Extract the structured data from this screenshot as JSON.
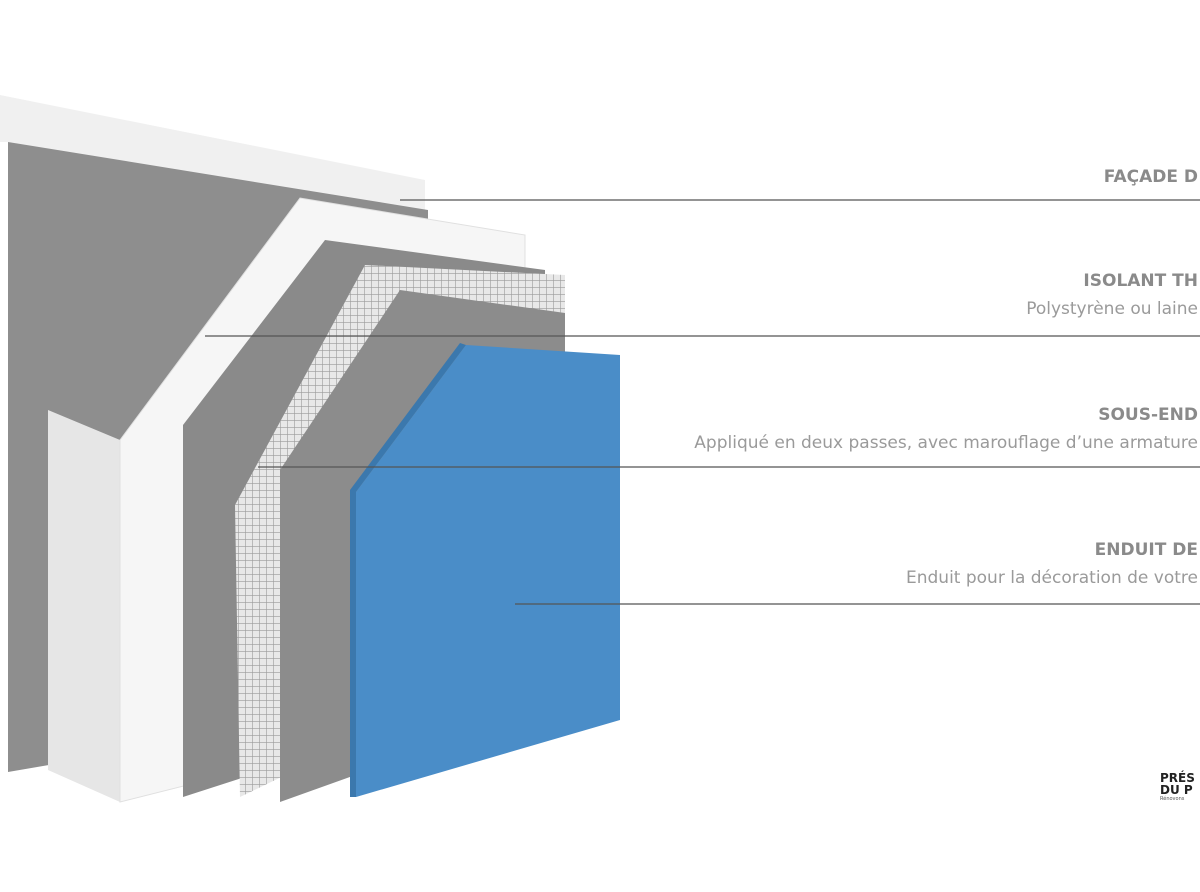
{
  "layers": [
    {
      "title": "FAÇADE D",
      "subtitle": ""
    },
    {
      "title": "ISOLANT TH",
      "subtitle": "Polystyrène ou laine"
    },
    {
      "title": "SOUS-END",
      "subtitle": "Appliqué en deux passes, avec marouflage d’une armature"
    },
    {
      "title": "ENDUIT DE",
      "subtitle": "Enduit pour la décoration de votre"
    }
  ],
  "logo": {
    "line1": "PRÉS",
    "line2": "DU P",
    "tagline": "Rénovons"
  },
  "colors": {
    "wall": "#8e8e8e",
    "insulation": "#f4f4f4",
    "coat": "#8a8a8a",
    "finish": "#4a8dc8",
    "text": "#8a8a8a"
  }
}
